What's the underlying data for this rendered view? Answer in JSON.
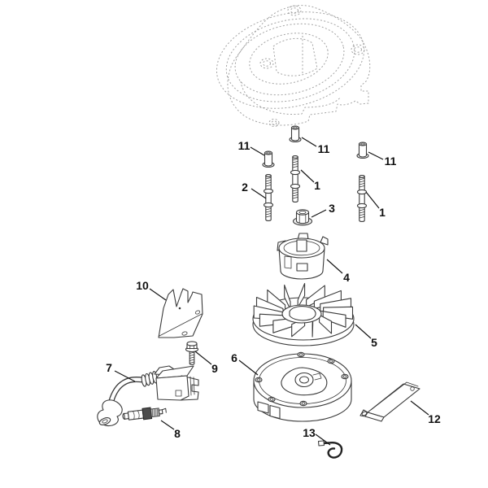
{
  "diagram": {
    "kind": "exploded-parts-diagram",
    "colors": {
      "background": "#ffffff",
      "ink": "#3a3a3a",
      "phantom_line": "#a3a3a3",
      "label": "#111111"
    },
    "callouts": [
      {
        "ref": "11",
        "part": "bushing-left"
      },
      {
        "ref": "11",
        "part": "bushing-center"
      },
      {
        "ref": "11",
        "part": "bushing-right"
      },
      {
        "ref": "1",
        "part": "stud-center"
      },
      {
        "ref": "1",
        "part": "stud-right"
      },
      {
        "ref": "2",
        "part": "stud-left"
      },
      {
        "ref": "3",
        "part": "flange-nut"
      },
      {
        "ref": "4",
        "part": "starter-cup"
      },
      {
        "ref": "5",
        "part": "flywheel"
      },
      {
        "ref": "6",
        "part": "flywheel-cover"
      },
      {
        "ref": "7",
        "part": "ignition-module"
      },
      {
        "ref": "8",
        "part": "spark-plug"
      },
      {
        "ref": "9",
        "part": "screw"
      },
      {
        "ref": "10",
        "part": "bracket"
      },
      {
        "ref": "12",
        "part": "wedge-tool"
      },
      {
        "ref": "13",
        "part": "hook-clip"
      }
    ]
  }
}
